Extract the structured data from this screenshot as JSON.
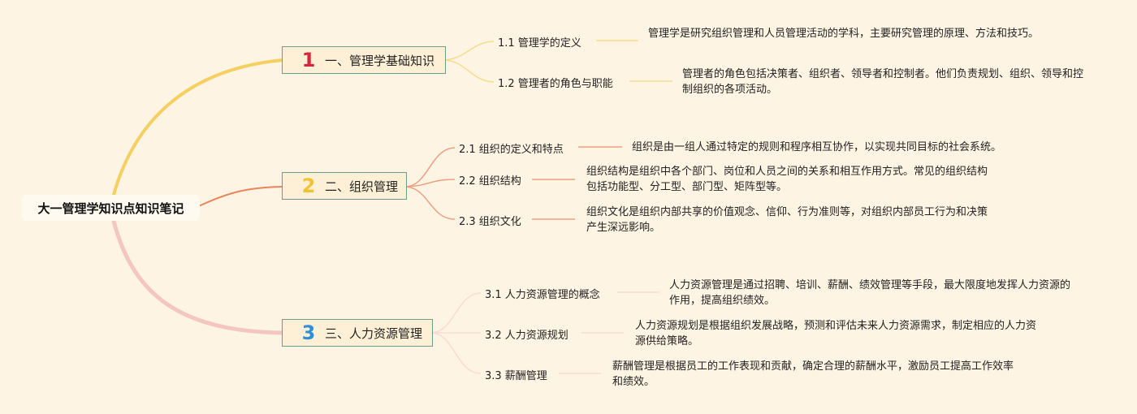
{
  "root": {
    "title": "大一管理学知识点知识笔记"
  },
  "branches": [
    {
      "num": "1",
      "label": "一、管理学基础知识",
      "color": "#f6cf61",
      "num_color": "#d3283c",
      "items": [
        {
          "label": "1.1 管理学的定义",
          "desc": "管理学是研究组织管理和人员管理活动的学科，主要研究管理的原理、方法和技巧。"
        },
        {
          "label": "1.2 管理者的角色与职能",
          "desc": "管理者的角色包括决策者、组织者、领导者和控制者。他们负责规划、组织、领导和控制组织的各项活动。"
        }
      ]
    },
    {
      "num": "2",
      "label": "二、组织管理",
      "color": "#e9855c",
      "num_color": "#f2c230",
      "items": [
        {
          "label": "2.1 组织的定义和特点",
          "desc": "组织是由一组人通过特定的规则和程序相互协作，以实现共同目标的社会系统。"
        },
        {
          "label": "2.2 组织结构",
          "desc": "组织结构是组织中各个部门、岗位和人员之间的关系和相互作用方式。常见的组织结构包括功能型、分工型、部门型、矩阵型等。"
        },
        {
          "label": "2.3 组织文化",
          "desc": "组织文化是组织内部共享的价值观念、信仰、行为准则等，对组织内部员工行为和决策产生深远影响。"
        }
      ]
    },
    {
      "num": "3",
      "label": "三、人力资源管理",
      "color": "#f3c7c0",
      "num_color": "#2e8fd8",
      "items": [
        {
          "label": "3.1 人力资源管理的概念",
          "desc": "人力资源管理是通过招聘、培训、薪酬、绩效管理等手段，最大限度地发挥人力资源的作用，提高组织绩效。"
        },
        {
          "label": "3.2 人力资源规划",
          "desc": "人力资源规划是根据组织发展战略，预测和评估未来人力资源需求，制定相应的人力资源供给策略。"
        },
        {
          "label": "3.3 薪酬管理",
          "desc": "薪酬管理是根据员工的工作表现和贡献，确定合理的薪酬水平，激励员工提高工作效率和绩效。"
        }
      ]
    }
  ]
}
